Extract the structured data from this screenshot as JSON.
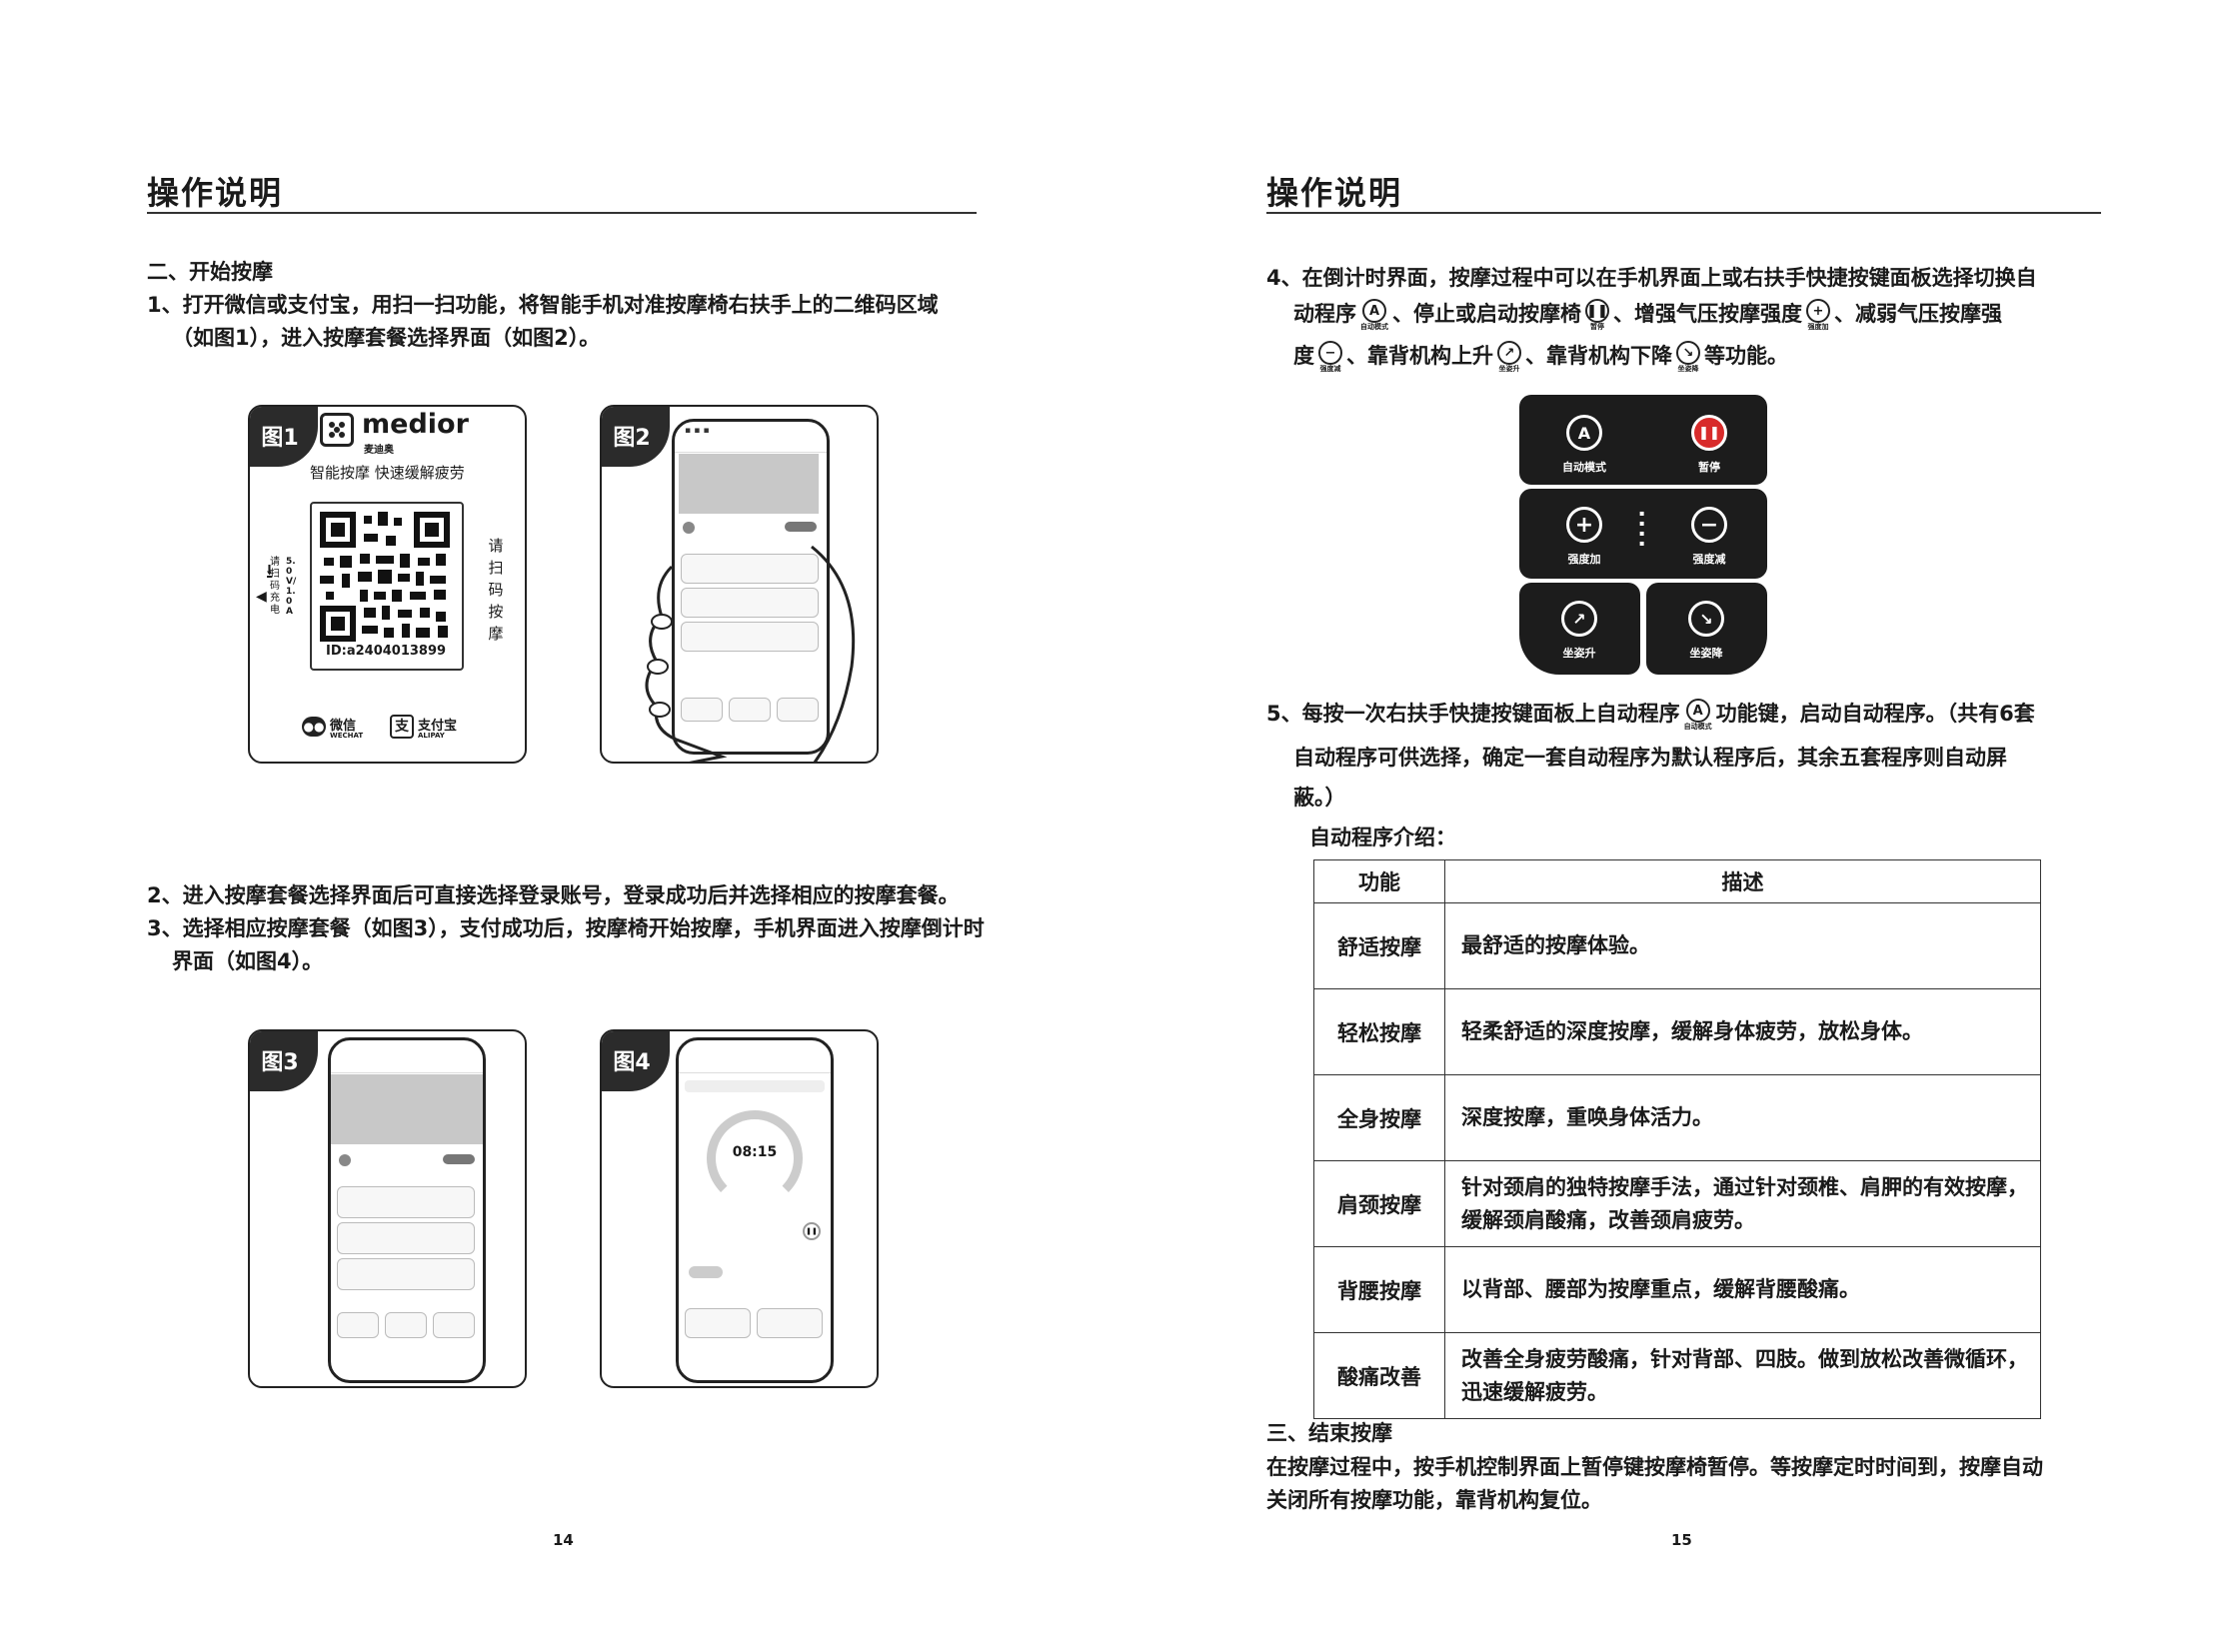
{
  "left": {
    "title": "操作说明",
    "section2_heading": "二、开始按摩",
    "step1_line1": "1、打开微信或支付宝，用扫一扫功能，将智能手机对准按摩椅右扶手上的二维码区域",
    "step1_line2": "（如图1），进入按摩套餐选择界面（如图2）。",
    "step2": "2、进入按摩套餐选择界面后可直接选择登录账号，登录成功后并选择相应的按摩套餐。",
    "step3_line1": "3、选择相应按摩套餐（如图3），支付成功后，按摩椅开始按摩，手机界面进入按摩倒计时",
    "step3_line2": "界面（如图4）。",
    "page_number": "14",
    "fig1": {
      "tag": "图1",
      "brand": "medior",
      "brand_cn": "麦迪奥",
      "slogan": "智能按摩 快速缓解疲劳",
      "qr_id": "ID:a2404013899",
      "scan_text": "请扫码按摩",
      "charge_text": "请扫码充电",
      "voltage": "5.0V/1.0A",
      "wechat": "微信",
      "wechat_en": "WECHAT",
      "alipay": "支付宝",
      "alipay_en": "ALIPAY"
    },
    "fig2": {
      "tag": "图2"
    },
    "fig3": {
      "tag": "图3"
    },
    "fig4": {
      "tag": "图4",
      "timer": "08:15"
    }
  },
  "right": {
    "title": "操作说明",
    "step4_line1": "4、在倒计时界面，按摩过程中可以在手机界面上或右扶手快捷按键面板选择切换自",
    "step4_a": "动程序",
    "step4_b": "、停止或启动按摩椅",
    "step4_c": "、增强气压按摩强度",
    "step4_d": "、减弱气压按摩强",
    "step4_e": "度",
    "step4_f": "、靠背机构上升",
    "step4_g": "、靠背机构下降",
    "step4_h": "等功能。",
    "icons": {
      "auto": "自动模式",
      "pause": "暂停",
      "plus": "强度加",
      "minus": "强度减",
      "up": "坐姿升",
      "down": "坐姿降"
    },
    "panel": {
      "auto": "自动模式",
      "pause": "暂停",
      "plus": "强度加",
      "minus": "强度减",
      "up": "坐姿升",
      "down": "坐姿降"
    },
    "step5_a": "5、每按一次右扶手快捷按键面板上自动程序",
    "step5_b": "功能键，启动自动程序。（共有6套",
    "step5_line2": "自动程序可供选择，确定一套自动程序为默认程序后，其余五套程序则自动屏",
    "step5_line3": "蔽。）",
    "table_caption": "自动程序介绍：",
    "table_headers": [
      "功能",
      "描述"
    ],
    "table_rows": [
      {
        "name": "舒适按摩",
        "desc": [
          "最舒适的按摩体验。"
        ]
      },
      {
        "name": "轻松按摩",
        "desc": [
          "轻柔舒适的深度按摩，缓解身体疲劳，放松身体。"
        ]
      },
      {
        "name": "全身按摩",
        "desc": [
          "深度按摩，重唤身体活力。"
        ]
      },
      {
        "name": "肩颈按摩",
        "desc": [
          "针对颈肩的独特按摩手法，通过针对颈椎、肩胛的有效按摩，",
          "缓解颈肩酸痛，改善颈肩疲劳。"
        ]
      },
      {
        "name": "背腰按摩",
        "desc": [
          "以背部、腰部为按摩重点，缓解背腰酸痛。"
        ]
      },
      {
        "name": "酸痛改善",
        "desc": [
          "改善全身疲劳酸痛，针对背部、四肢。做到放松改善微循环，",
          "迅速缓解疲劳。"
        ]
      }
    ],
    "section3_heading": "三、结束按摩",
    "section3_line1": "在按摩过程中，按手机控制界面上暂停键按摩椅暂停。等按摩定时时间到，按摩自动",
    "section3_line2": "关闭所有按摩功能，靠背机构复位。",
    "page_number": "15"
  }
}
